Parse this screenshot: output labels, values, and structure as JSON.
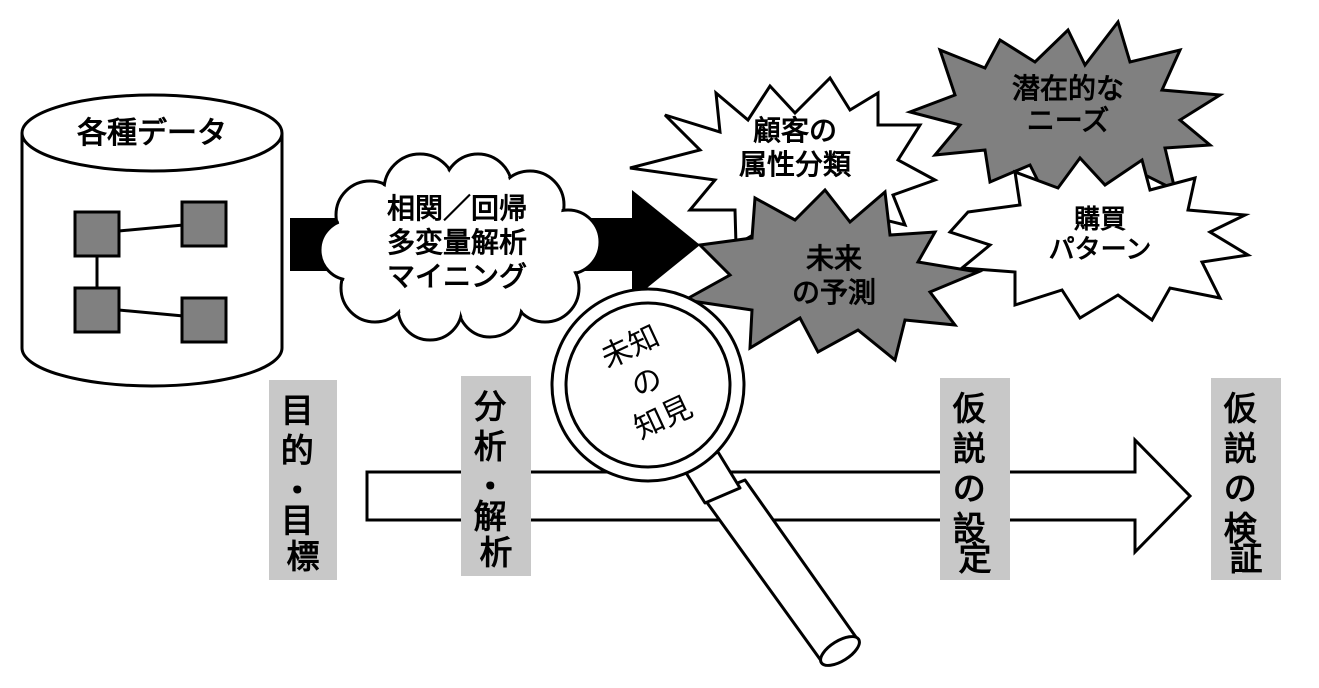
{
  "database": {
    "label": "各種データ"
  },
  "methods_cloud": {
    "lines": [
      "相関／回帰",
      "多変量解析",
      "マイニング"
    ]
  },
  "outcomes": {
    "customer_attributes": [
      "顧客の",
      "属性分類"
    ],
    "latent_needs": [
      "潜在的な",
      "ニーズ"
    ],
    "future_prediction": [
      "未来",
      "の予測"
    ],
    "purchase_pattern": [
      "購買",
      "パターン"
    ]
  },
  "magnifier": {
    "lines": [
      "未知",
      "の",
      "知見"
    ]
  },
  "process_steps": [
    {
      "label": "目的・目標"
    },
    {
      "label": "分析・解析"
    },
    {
      "label": "仮説の設定"
    },
    {
      "label": "仮説の検証"
    }
  ],
  "colors": {
    "gray_fill": "#808080",
    "step_box": "#c8c8c8",
    "stroke": "#000000",
    "white": "#ffffff"
  }
}
